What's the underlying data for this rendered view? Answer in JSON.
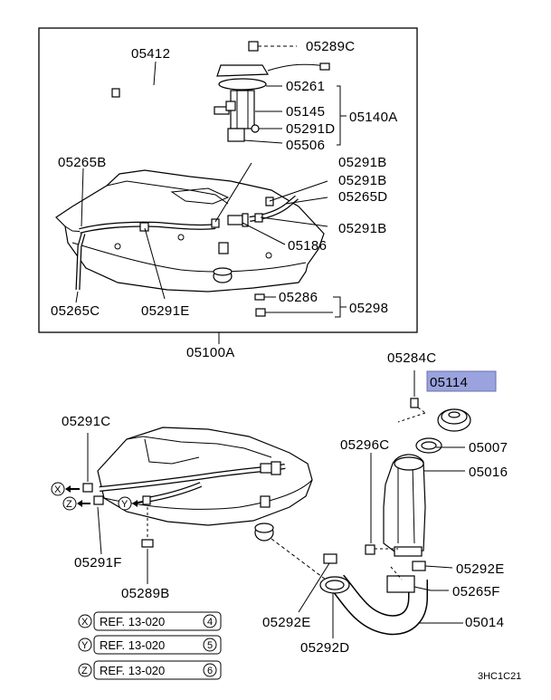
{
  "top_box": {
    "labels": {
      "p05412": "05412",
      "p05289C": "05289C",
      "p05261": "05261",
      "p05145": "05145",
      "p05140A": "05140A",
      "p05291D": "05291D",
      "p05506": "05506",
      "p05265B": "05265B",
      "p05291B_1": "05291B",
      "p05291B_2": "05291B",
      "p05265D": "05265D",
      "p05291B_3": "05291B",
      "p05186": "05186",
      "p05286": "05286",
      "p05298": "05298",
      "p05265C": "05265C",
      "p05291E": "05291E"
    },
    "assembly_label": "05100A"
  },
  "lower": {
    "labels": {
      "p05284C": "05284C",
      "p05114": "05114",
      "p05291C": "05291C",
      "p05296C": "05296C",
      "p05007": "05007",
      "p05016": "05016",
      "p05291F": "05291F",
      "p05292E_1": "05292E",
      "p05265F": "05265F",
      "p05289B": "05289B",
      "p05292E_2": "05292E",
      "p05014": "05014",
      "p05292D": "05292D"
    },
    "markers": {
      "x": "X",
      "y": "Y",
      "z": "Z"
    },
    "highlight_color": "#9aa3dd"
  },
  "refs": [
    {
      "letter": "X",
      "text": "REF. 13-020",
      "num": "4"
    },
    {
      "letter": "Y",
      "text": "REF. 13-020",
      "num": "5"
    },
    {
      "letter": "Z",
      "text": "REF. 13-020",
      "num": "6"
    }
  ],
  "diagram_code": "3HC1C21"
}
